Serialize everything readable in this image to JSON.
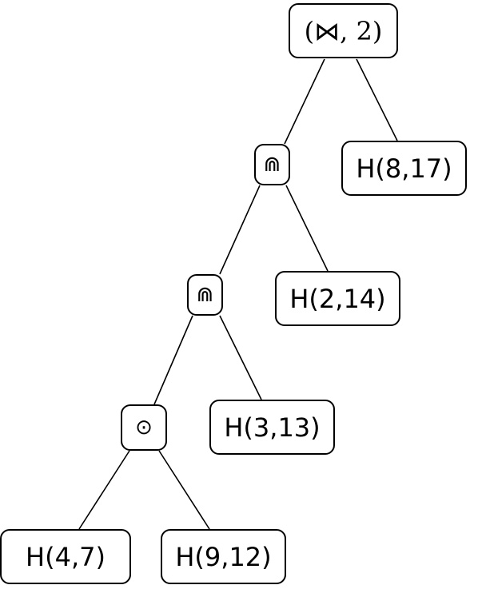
{
  "tree": {
    "root": {
      "label": "(⋈, 2)"
    },
    "intersect_upper": {
      "label": "⋒",
      "symbol_name": "double-intersection-icon"
    },
    "h_8_17": {
      "label": "H(8,17)"
    },
    "intersect_lower": {
      "label": "⋒",
      "symbol_name": "double-intersection-icon"
    },
    "h_2_14": {
      "label": "H(2,14)"
    },
    "odot": {
      "label": "⊙",
      "symbol_name": "circled-dot-icon"
    },
    "h_3_13": {
      "label": "H(3,13)"
    },
    "h_4_7": {
      "label": "H(4,7)"
    },
    "h_9_12": {
      "label": "H(9,12)"
    }
  }
}
